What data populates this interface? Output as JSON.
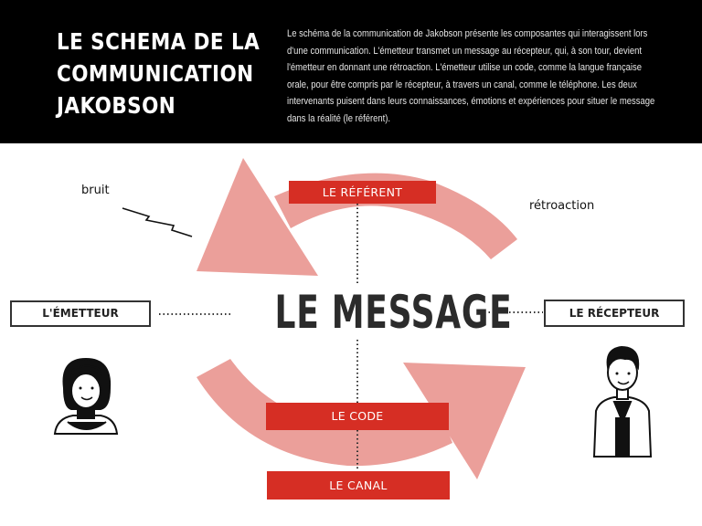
{
  "header": {
    "title_lines": [
      "LE SCHEMA DE LA",
      "COMMUNICATION",
      "JAKOBSON"
    ],
    "description": "Le schéma de la communication de Jakobson présente les composantes qui interagissent lors d'une communication. L'émetteur transmet un message au récepteur, qui, à son tour, devient l'émetteur en donnant une rétroaction. L'émetteur utilise un code, comme la langue française orale, pour être compris par le récepteur, à travers un canal, comme le téléphone.  Les deux intervenants puisent dans leurs connaissances, émotions et expériences  pour situer le message dans la réalité (le référent)."
  },
  "diagram": {
    "center_label": "LE MESSAGE",
    "noise_label": "bruit",
    "feedback_label": "rétroaction",
    "referent_label": "LE RÉFÉRENT",
    "code_label": "LE CODE",
    "channel_label": "LE CANAL",
    "sender_label": "L'ÉMETTEUR",
    "receiver_label": "LE RÉCEPTEUR",
    "sender_icon": "woman-avatar-icon",
    "receiver_icon": "man-avatar-icon",
    "noise_icon": "zigzag-noise-icon"
  },
  "colors": {
    "header_bg": "#000000",
    "arrow_fill": "#eb9f9a",
    "label_red": "#d62e24",
    "text_dark": "#2b2b2b"
  }
}
